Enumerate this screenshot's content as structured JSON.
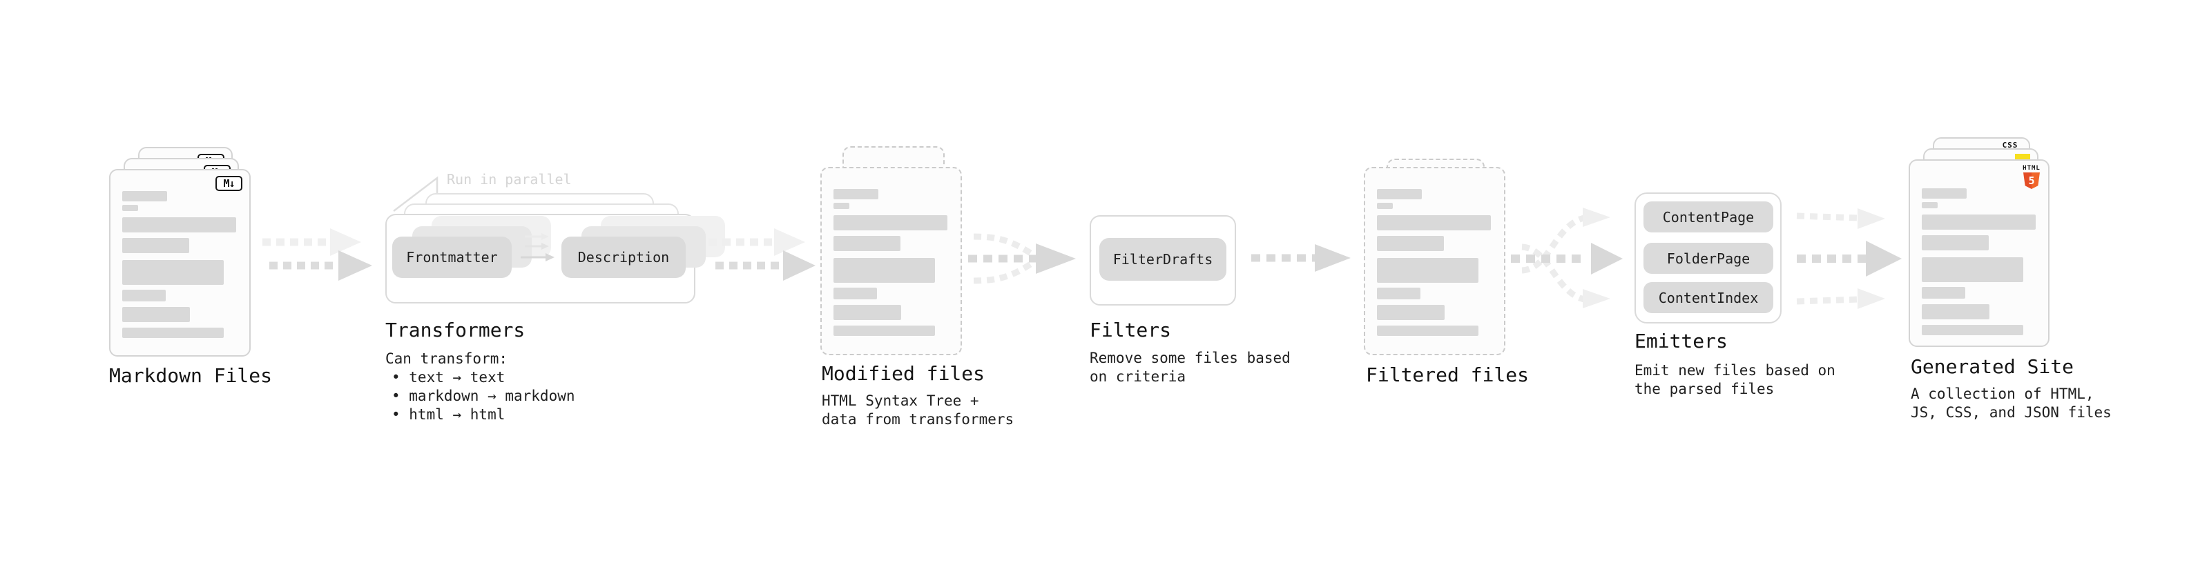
{
  "diagram": {
    "nodes": {
      "markdown_files": {
        "label": "Markdown Files",
        "badge": "M↓"
      },
      "transformers": {
        "label": "Transformers",
        "callout": "Run in parallel",
        "pill_left": "Frontmatter",
        "pill_right": "Description",
        "desc": [
          "Can transform:",
          "• text → text",
          "• markdown → markdown",
          "• html → html"
        ]
      },
      "modified_files": {
        "label": "Modified files",
        "desc": [
          "HTML Syntax Tree +",
          "data from transformers"
        ]
      },
      "filters": {
        "label": "Filters",
        "pill": "FilterDrafts",
        "desc": [
          "Remove some files based",
          "on criteria"
        ]
      },
      "filtered_files": {
        "label": "Filtered files"
      },
      "emitters": {
        "label": "Emitters",
        "pills": [
          "ContentPage",
          "FolderPage",
          "ContentIndex"
        ],
        "desc": [
          "Emit new files based on",
          "the parsed files"
        ]
      },
      "generated_site": {
        "label": "Generated Site",
        "badge_css": "CSS",
        "badge_html_word": "HTML",
        "badge_html_number": "5",
        "desc": [
          "A collection of HTML,",
          "JS, CSS, and JSON files"
        ]
      }
    },
    "colors": {
      "css_accent": "#2965f1",
      "js_accent": "#f7df1e",
      "html_accent": "#e44d26",
      "placeholder_gray": "#d9d9d9",
      "arrow_gray": "#d8d8d8",
      "arrow_light": "#ededed"
    }
  }
}
